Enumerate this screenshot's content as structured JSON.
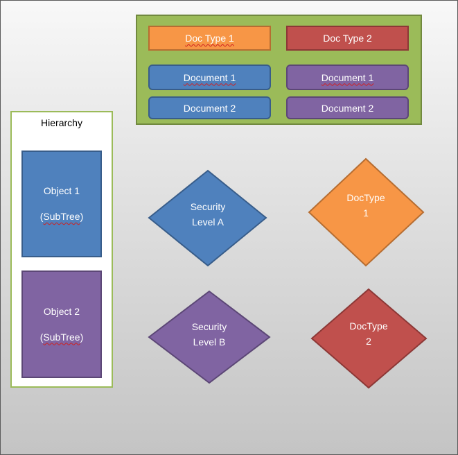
{
  "group": {
    "doc_type_1": "Doc Type 1",
    "doc_type_2": "Doc Type 2",
    "left_documents": [
      "Document 1",
      "Document 2"
    ],
    "right_documents": [
      "Document 1",
      "Document 2"
    ]
  },
  "hierarchy": {
    "title": "Hierarchy",
    "object_1": {
      "name": "Object 1",
      "sub": "(SubTree)"
    },
    "object_2": {
      "name": "Object 2",
      "sub": "(SubTree)"
    }
  },
  "diamonds": {
    "security_a": {
      "line1": "Security",
      "line2": "Level A"
    },
    "security_b": {
      "line1": "Security",
      "line2": "Level B"
    },
    "doctype_1": {
      "line1": "DocType",
      "line2": "1"
    },
    "doctype_2": {
      "line1": "DocType",
      "line2": "2"
    }
  },
  "colors": {
    "blue": "#4f81bd",
    "purple": "#8064a2",
    "orange": "#f79646",
    "red": "#c0504d",
    "green": "#9bbb59"
  }
}
